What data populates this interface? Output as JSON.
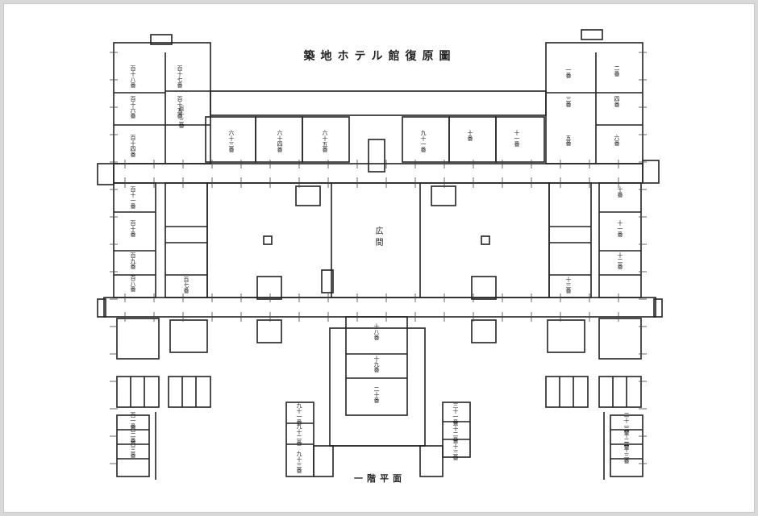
{
  "title": "築地ホテル館復原圖",
  "floor_label": "一階平面",
  "hall_label": "広間",
  "room_labels": {
    "r_nw_1": "百十八番",
    "r_nw_2": "百十七番",
    "r_nw_3": "百十六番",
    "r_nw_4": "百十五番",
    "r_nw_5": "百十四番",
    "r_nw_6": "百十三番",
    "r_n_1": "六十三番",
    "r_n_2": "六十四番",
    "r_n_3": "六十五番",
    "r_n_4": "九十一番",
    "r_n_5": "十番",
    "r_n_6": "十一番",
    "r_ne_1": "一番",
    "r_ne_2": "二番",
    "r_ne_3": "三番",
    "r_ne_4": "四番",
    "r_ne_5": "五番",
    "r_ne_6": "六番",
    "r_w_1": "百十一番",
    "r_w_2": "百十番",
    "r_w_3": "百九番",
    "r_w_4": "百八番",
    "r_w_5": "百七番",
    "r_e_1": "十番",
    "r_e_2": "十一番",
    "r_e_3": "十二番",
    "r_e_4": "十三番",
    "r_c_1": "十八番",
    "r_c_2": "十九番",
    "r_c_3": "二十番",
    "r_sw_1": "百一番",
    "r_sw_2": "百二番",
    "r_sw_3": "百三番",
    "r_se_1": "二十一番",
    "r_se_2": "二十二番",
    "r_se_3": "二十三番",
    "r_ssw_1": "九十一番",
    "r_ssw_2": "九十二番",
    "r_ssw_3": "九十三番",
    "r_sse_1": "三十一番",
    "r_sse_2": "三十二番",
    "r_sse_3": "三十三番"
  },
  "colors": {
    "ink": "#222222",
    "paper": "#ffffff",
    "frame": "#d9d9d9"
  }
}
